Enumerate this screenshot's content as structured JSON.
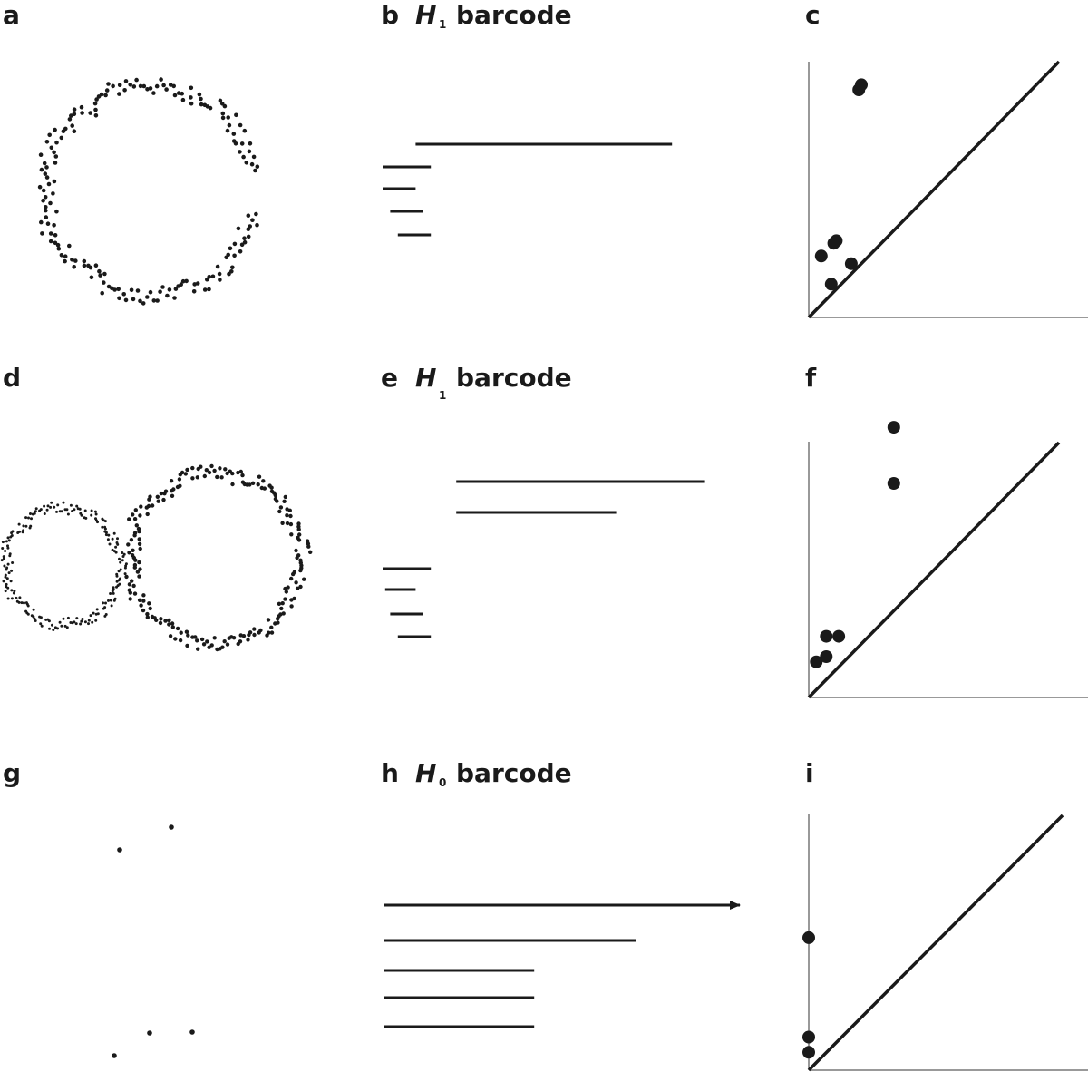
{
  "figure": {
    "ink_color": "#1a1a1a",
    "axis_color": "#333333",
    "panels": {
      "a": {
        "letter": "a"
      },
      "b": {
        "letter": "b",
        "title_h": "H",
        "title_sub": "1",
        "title_rest": "barcode"
      },
      "c": {
        "letter": "c"
      },
      "d": {
        "letter": "d"
      },
      "e": {
        "letter": "e",
        "title_h": "H",
        "title_sub": "1",
        "title_rest": "barcode"
      },
      "f": {
        "letter": "f"
      },
      "g": {
        "letter": "g"
      },
      "h": {
        "letter": "h",
        "title_h": "H",
        "title_sub": "0",
        "title_rest": "barcode"
      },
      "i": {
        "letter": "i"
      }
    }
  },
  "chart_data": [
    {
      "panel": "a",
      "type": "scatter",
      "description_kind": "point-cloud",
      "shape": "noisy-ring",
      "ring": {
        "cx": 166,
        "cy": 210,
        "r": 116,
        "points": 200,
        "gap_deg": [
          350,
          372
        ],
        "noise": 10,
        "point_r": 2.3
      }
    },
    {
      "panel": "b",
      "type": "barcode",
      "bars": [
        {
          "start": 1.3,
          "end": 11.4
        },
        {
          "start": 0.0,
          "end": 1.9
        },
        {
          "start": 0.0,
          "end": 1.3
        },
        {
          "start": 0.3,
          "end": 1.6
        },
        {
          "start": 0.6,
          "end": 1.9
        }
      ]
    },
    {
      "panel": "c",
      "type": "scatter",
      "description_kind": "persistence-diagram",
      "xlim": [
        0,
        10
      ],
      "ylim": [
        0,
        10
      ],
      "diagonal": true,
      "points": [
        {
          "x": 2.0,
          "y": 8.9
        },
        {
          "x": 2.1,
          "y": 9.1
        },
        {
          "x": 0.5,
          "y": 2.4
        },
        {
          "x": 1.0,
          "y": 2.9
        },
        {
          "x": 1.1,
          "y": 3.0
        },
        {
          "x": 1.7,
          "y": 2.1
        },
        {
          "x": 0.9,
          "y": 1.3
        }
      ]
    },
    {
      "panel": "d",
      "type": "scatter",
      "description_kind": "point-cloud",
      "shape": "two-noisy-rings",
      "rings": [
        {
          "cx": 70,
          "cy": 624,
          "r": 64,
          "points": 200,
          "gap_deg": [
            0,
            0
          ],
          "noise": 6,
          "point_r": 1.5
        },
        {
          "cx": 238,
          "cy": 615,
          "r": 94,
          "points": 210,
          "gap_deg": [
            0,
            0
          ],
          "noise": 8,
          "point_r": 2.2
        }
      ]
    },
    {
      "panel": "e",
      "type": "barcode",
      "bars": [
        {
          "start": 2.9,
          "end": 12.7
        },
        {
          "start": 2.9,
          "end": 9.2
        },
        {
          "start": 0.0,
          "end": 1.9
        },
        {
          "start": 0.1,
          "end": 1.3
        },
        {
          "start": 0.3,
          "end": 1.6
        },
        {
          "start": 0.6,
          "end": 1.9
        }
      ]
    },
    {
      "panel": "f",
      "type": "scatter",
      "description_kind": "persistence-diagram",
      "xlim": [
        0,
        10
      ],
      "ylim": [
        0,
        10
      ],
      "diagonal": true,
      "points": [
        {
          "x": 3.4,
          "y": 10.6
        },
        {
          "x": 3.4,
          "y": 8.4
        },
        {
          "x": 0.7,
          "y": 2.4
        },
        {
          "x": 1.2,
          "y": 2.4
        },
        {
          "x": 0.7,
          "y": 1.6
        },
        {
          "x": 0.3,
          "y": 1.4
        }
      ]
    },
    {
      "panel": "g",
      "type": "scatter",
      "description_kind": "point-cloud",
      "points": [
        {
          "x": 189,
          "y": 912
        },
        {
          "x": 132,
          "y": 937
        },
        {
          "x": 165,
          "y": 1139
        },
        {
          "x": 212,
          "y": 1138
        },
        {
          "x": 126,
          "y": 1164
        }
      ]
    },
    {
      "panel": "h",
      "type": "barcode",
      "bars": [
        {
          "start": 0.0,
          "end": 14.0,
          "infinite": true
        },
        {
          "start": 0.0,
          "end": 9.9
        },
        {
          "start": 0.0,
          "end": 5.9
        },
        {
          "start": 0.0,
          "end": 5.9
        },
        {
          "start": 0.0,
          "end": 5.9
        }
      ]
    },
    {
      "panel": "i",
      "type": "scatter",
      "description_kind": "persistence-diagram",
      "xlim": [
        0,
        10
      ],
      "ylim": [
        0,
        10
      ],
      "diagonal": true,
      "points": [
        {
          "x": 0.0,
          "y": 5.2
        },
        {
          "x": 0.0,
          "y": 1.3
        },
        {
          "x": 0.0,
          "y": 0.7
        }
      ]
    }
  ]
}
